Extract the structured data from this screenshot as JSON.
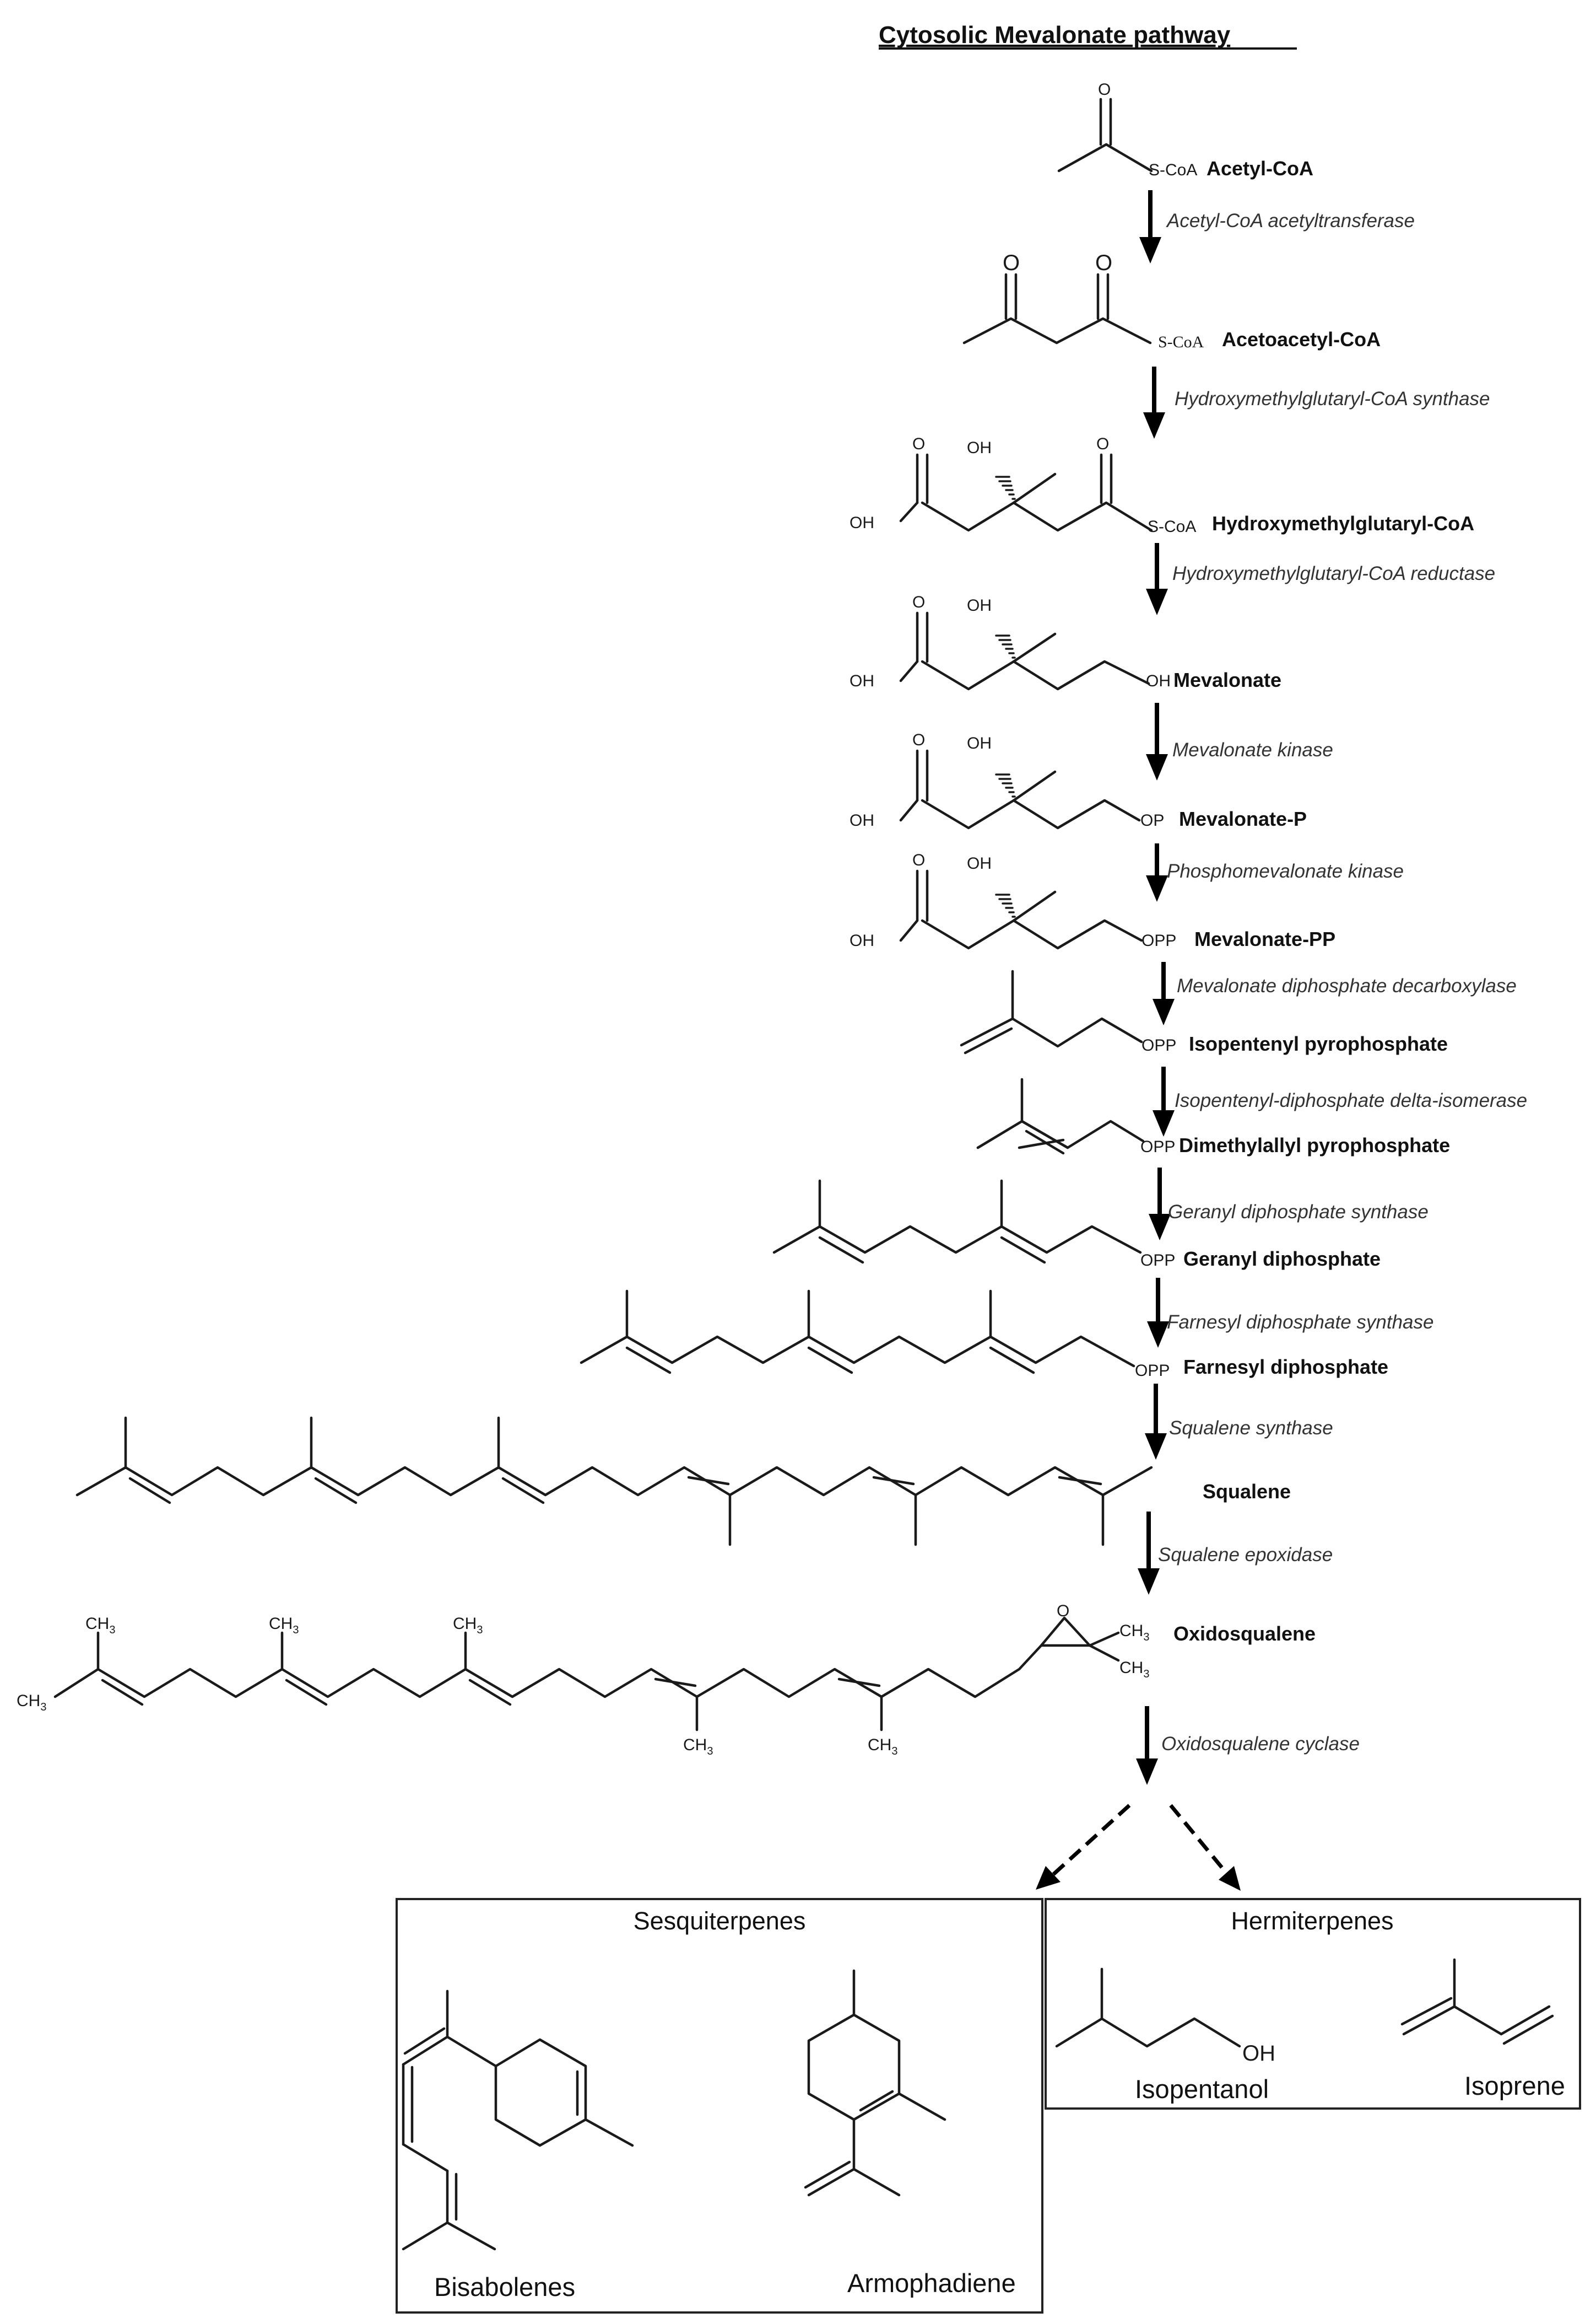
{
  "title": "Cytosolic Mevalonate pathway",
  "compounds": {
    "acetyl_coa": "Acetyl-CoA",
    "acetoacetyl_coa": "Acetoacetyl-CoA",
    "hmg_coa": "Hydroxymethylglutaryl-CoA",
    "mevalonate": "Mevalonate",
    "mevalonate_p": "Mevalonate-P",
    "mevalonate_pp": "Mevalonate-PP",
    "ipp": "Isopentenyl pyrophosphate",
    "dmapp": "Dimethylallyl pyrophosphate",
    "gpp": "Geranyl diphosphate",
    "fpp": "Farnesyl diphosphate",
    "squalene": "Squalene",
    "oxidosqualene": "Oxidosqualene"
  },
  "enzymes": {
    "e1": "Acetyl-CoA acetyltransferase",
    "e2": "Hydroxymethylglutaryl-CoA synthase",
    "e3": "Hydroxymethylglutaryl-CoA reductase",
    "e4": "Mevalonate kinase",
    "e5": "Phosphomevalonate kinase",
    "e6": "Mevalonate diphosphate decarboxylase",
    "e7": "Isopentenyl-diphosphate delta-isomerase",
    "e8": "Geranyl diphosphate synthase",
    "e9": "Farnesyl diphosphate synthase",
    "e10": "Squalene synthase",
    "e11": "Squalene epoxidase",
    "e12": "Oxidosqualene cyclase"
  },
  "atom_labels": {
    "o": "O",
    "oh": "OH",
    "scoa": "S-CoA",
    "op": "OP",
    "opp": "OPP",
    "ch3": "CH",
    "sub3": "3"
  },
  "boxes": {
    "sesquiterpenes": {
      "title": "Sesquiterpenes",
      "products": [
        "Bisabolenes",
        "Armophadiene"
      ]
    },
    "hemiterpenes": {
      "title": "Hermiterpenes",
      "products": [
        "Isopentanol",
        "Isoprene"
      ]
    }
  }
}
